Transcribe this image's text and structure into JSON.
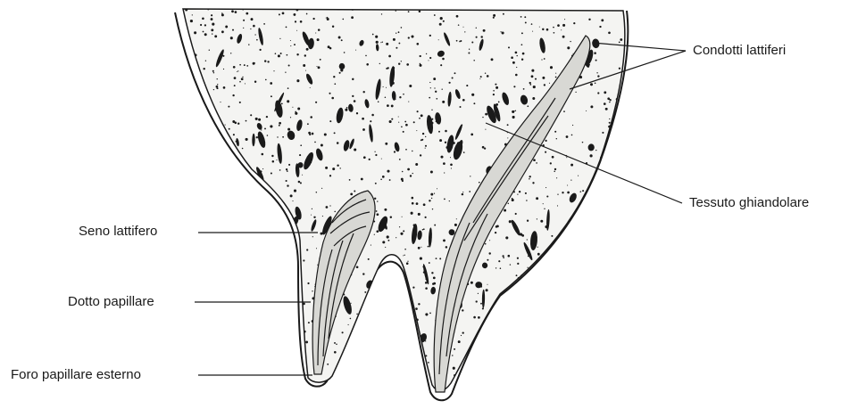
{
  "labels": {
    "condotti": "Condotti lattiferi",
    "tessuto": "Tessuto ghiandolare",
    "seno": "Seno lattifero",
    "dotto": "Dotto papillare",
    "foro": "Foro papillare esterno"
  },
  "colors": {
    "ink": "#1a1a1a",
    "paper": "#ffffff",
    "tissue": "#f4f4f2"
  }
}
